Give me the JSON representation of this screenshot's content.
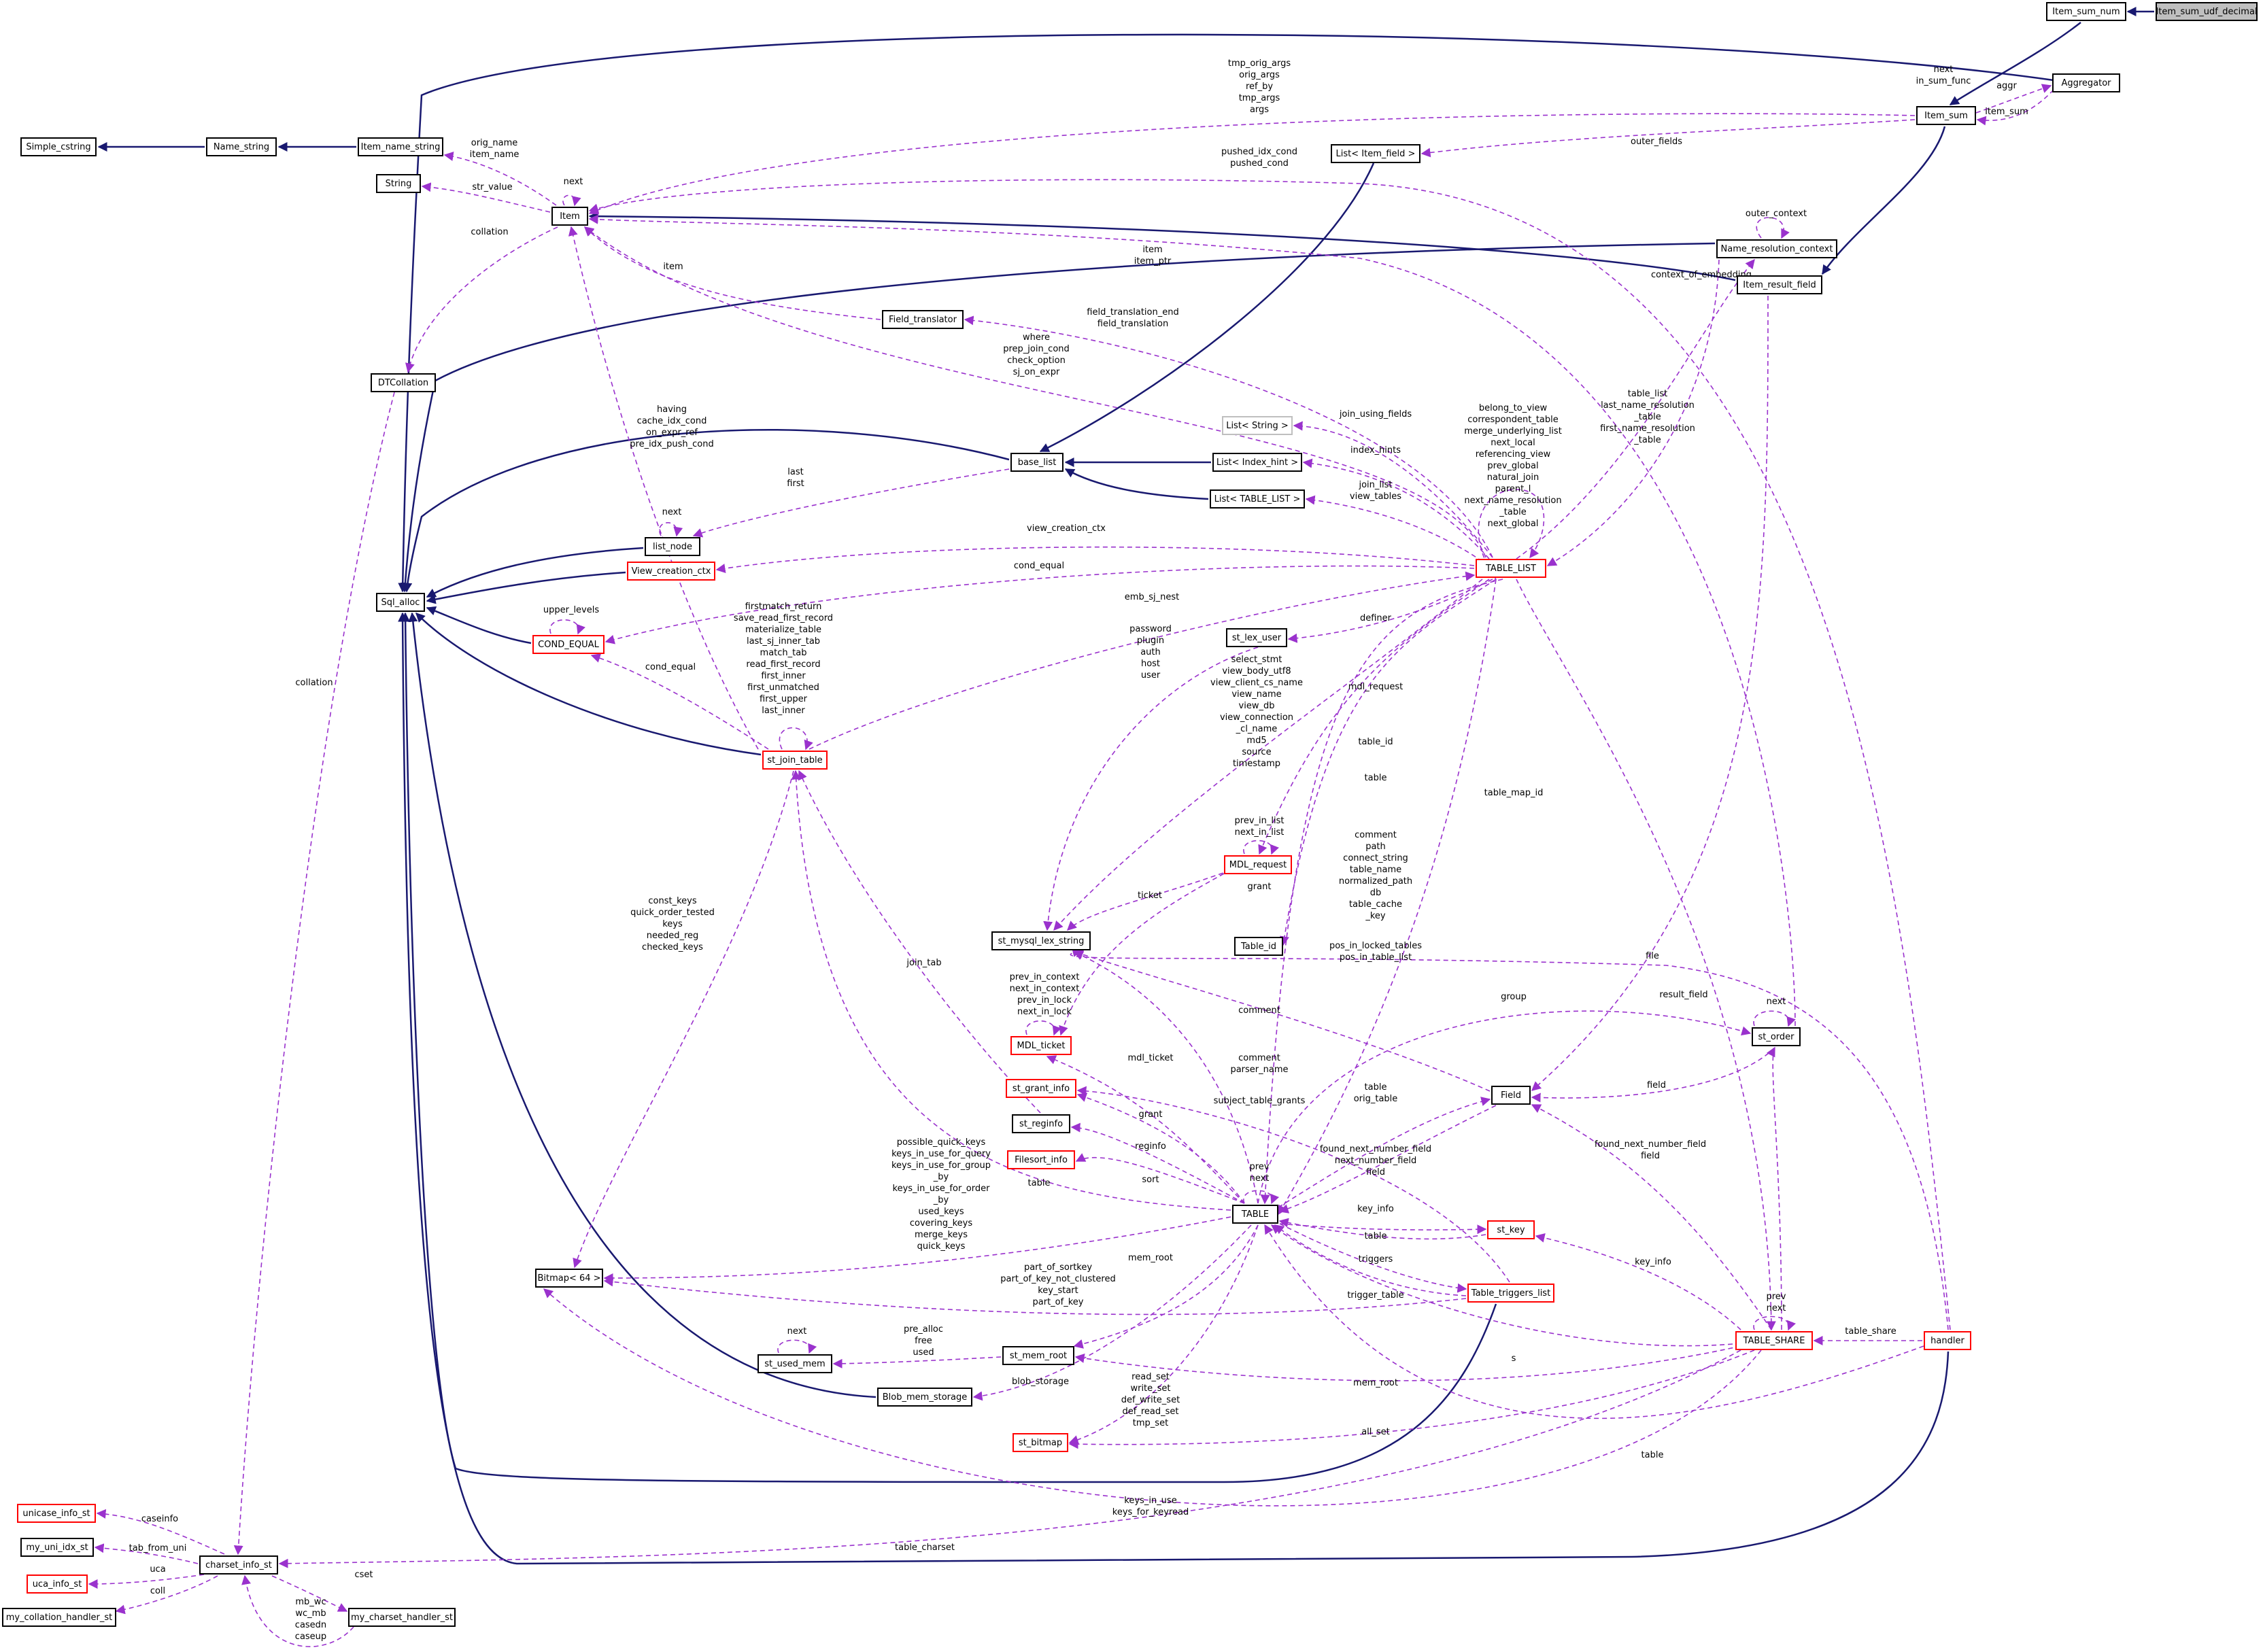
{
  "diagram": {
    "nodes": {
      "item_sum_udf_decimal": "Item_sum_udf_decimal",
      "item_sum_num": "Item_sum_num",
      "item_sum": "Item_sum",
      "aggregator": "Aggregator",
      "simple_cstring": "Simple_cstring",
      "name_string": "Name_string",
      "item_name_string": "Item_name_string",
      "string": "String",
      "item": "Item",
      "list_item_field": "List< Item_field >",
      "name_resolution_context": "Name_resolution_context",
      "item_result_field": "Item_result_field",
      "field_translator": "Field_translator",
      "dtcollation": "DTCollation",
      "list_string": "List< String >",
      "base_list": "base_list",
      "list_index_hint": "List< Index_hint >",
      "list_table_list": "List< TABLE_LIST >",
      "list_node": "list_node",
      "sql_alloc": "Sql_alloc",
      "view_creation_ctx": "View_creation_ctx",
      "table_list": "TABLE_LIST",
      "cond_equal": "COND_EQUAL",
      "st_lex_user": "st_lex_user",
      "st_join_table": "st_join_table",
      "mdl_request": "MDL_request",
      "st_mysql_lex_string": "st_mysql_lex_string",
      "table_id": "Table_id",
      "st_order": "st_order",
      "mdl_ticket": "MDL_ticket",
      "st_grant_info": "st_grant_info",
      "field": "Field",
      "st_reginfo": "st_reginfo",
      "filesort_info": "Filesort_info",
      "table": "TABLE",
      "st_key": "st_key",
      "bitmap_64": "Bitmap< 64 >",
      "table_triggers_list": "Table_triggers_list",
      "table_share": "TABLE_SHARE",
      "handler": "handler",
      "st_used_mem": "st_used_mem",
      "st_mem_root": "st_mem_root",
      "blob_mem_storage": "Blob_mem_storage",
      "st_bitmap": "st_bitmap",
      "unicase_info_st": "unicase_info_st",
      "my_uni_idx_st": "my_uni_idx_st",
      "charset_info_st": "charset_info_st",
      "uca_info_st": "uca_info_st",
      "my_collation_handler_st": "my_collation_handler_st",
      "my_charset_handler_st": "my_charset_handler_st"
    },
    "labels": {
      "item_sum_self": [
        "next",
        "in_sum_func"
      ],
      "agg_fwd": [
        "aggr"
      ],
      "agg_back": [
        "item_sum"
      ],
      "item_sum_to_item": [
        "tmp_orig_args",
        "orig_args",
        "ref_by",
        "tmp_args",
        "args"
      ],
      "outer_fields": [
        "outer_fields"
      ],
      "pushed": [
        "pushed_idx_cond",
        "pushed_cond"
      ],
      "orig_name": [
        "orig_name",
        "item_name"
      ],
      "item_next": [
        "next"
      ],
      "str_value": [
        "str_value"
      ],
      "collation_item": [
        "collation"
      ],
      "outer_context": [
        "outer_context"
      ],
      "item_item_ptr": [
        "item",
        "item_ptr"
      ],
      "context_of_embedding": [
        "context_of_embedding"
      ],
      "field_translator_item": [
        "item"
      ],
      "field_translation": [
        "field_translation_end",
        "field_translation"
      ],
      "where": [
        "where",
        "prep_join_cond",
        "check_option",
        "sj_on_expr"
      ],
      "belong_to_view": [
        "belong_to_view",
        "correspondent_table",
        "merge_underlying_list",
        "next_local",
        "referencing_view",
        "prev_global",
        "natural_join",
        "parent_l",
        "next_name_resolution",
        "_table",
        "next_global"
      ],
      "table_list_names": [
        "table_list",
        "last_name_resolution",
        "_table",
        "first_name_resolution",
        "_table"
      ],
      "join_using_fields": [
        "join_using_fields"
      ],
      "index_hints": [
        "index_hints"
      ],
      "join_list": [
        "join_list",
        "view_tables"
      ],
      "having": [
        "having",
        "cache_idx_cond",
        "on_expr_ref",
        "pre_idx_push_cond"
      ],
      "last_first": [
        "last",
        "first"
      ],
      "list_node_next": [
        "next"
      ],
      "view_creation_ctx": [
        "view_creation_ctx"
      ],
      "cond_equal_tl": [
        "cond_equal"
      ],
      "upper_levels": [
        "upper_levels"
      ],
      "emb_sj_nest": [
        "emb_sj_nest"
      ],
      "join_table_self": [
        "firstmatch_return",
        "save_read_first_record",
        "materialize_table",
        "last_sj_inner_tab",
        "match_tab",
        "read_first_record",
        "first_inner",
        "first_unmatched",
        "first_upper",
        "last_inner"
      ],
      "cond_equal_jt": [
        "cond_equal"
      ],
      "password": [
        "password",
        "plugin",
        "auth",
        "host",
        "user"
      ],
      "definer": [
        "definer"
      ],
      "select_stmt": [
        "select_stmt",
        "view_body_utf8",
        "view_client_cs_name",
        "view_name",
        "view_db",
        "view_connection",
        "_cl_name",
        "md5",
        "source",
        "timestamp"
      ],
      "mdl_request": [
        "mdl_request"
      ],
      "table_id_lbl": [
        "table_id"
      ],
      "table_lbl": [
        "table"
      ],
      "table_map_id": [
        "table_map_id"
      ],
      "mdl_req_self": [
        "prev_in_list",
        "next_in_list"
      ],
      "grant": [
        "grant"
      ],
      "ticket": [
        "ticket"
      ],
      "const_keys": [
        "const_keys",
        "quick_order_tested",
        "keys",
        "needed_reg",
        "checked_keys"
      ],
      "join_tab": [
        "join_tab"
      ],
      "comment_block": [
        "comment",
        "path",
        "connect_string",
        "table_name",
        "normalized_path",
        "db",
        "table_cache",
        "_key"
      ],
      "pos_in_locked": [
        "pos_in_locked_tables",
        "pos_in_table_list"
      ],
      "file": [
        "file"
      ],
      "mdl_ticket_self": [
        "prev_in_context",
        "next_in_context",
        "prev_in_lock",
        "next_in_lock"
      ],
      "group": [
        "group"
      ],
      "result_field": [
        "result_field"
      ],
      "st_order_next": [
        "next"
      ],
      "comment_field": [
        "comment"
      ],
      "mdl_ticket_lbl": [
        "mdl_ticket"
      ],
      "comment_parser": [
        "comment",
        "parser_name"
      ],
      "field_lbl": [
        "field"
      ],
      "table_orig_table": [
        "table",
        "orig_table"
      ],
      "subject_table_grants": [
        "subject_table_grants"
      ],
      "grant_table": [
        "grant"
      ],
      "reginfo": [
        "reginfo"
      ],
      "found_next": [
        "found_next_number_field",
        "next_number_field",
        "field"
      ],
      "found_next_share": [
        "found_next_number_field",
        "field"
      ],
      "possible_quick_keys": [
        "possible_quick_keys",
        "keys_in_use_for_query",
        "keys_in_use_for_group",
        "_by",
        "keys_in_use_for_order",
        "_by",
        "used_keys",
        "covering_keys",
        "merge_keys",
        "quick_keys"
      ],
      "table_lbl2": [
        "table"
      ],
      "sort": [
        "sort"
      ],
      "prev_next": [
        "prev",
        "next"
      ],
      "key_info": [
        "key_info"
      ],
      "table_key": [
        "table"
      ],
      "triggers": [
        "triggers"
      ],
      "trigger_table": [
        "trigger_table"
      ],
      "key_info_share": [
        "key_info"
      ],
      "part_of_sortkey": [
        "part_of_sortkey",
        "part_of_key_not_clustered",
        "key_start",
        "part_of_key"
      ],
      "mem_root": [
        "mem_root"
      ],
      "share_prev_next": [
        "prev",
        "next"
      ],
      "table_share_lbl": [
        "table_share"
      ],
      "used_mem_next": [
        "next"
      ],
      "pre_alloc": [
        "pre_alloc",
        "free",
        "used"
      ],
      "s": [
        "s"
      ],
      "mem_root_share": [
        "mem_root"
      ],
      "blob_storage": [
        "blob_storage"
      ],
      "read_set": [
        "read_set",
        "write_set",
        "def_write_set",
        "def_read_set",
        "tmp_set"
      ],
      "all_set": [
        "all_set"
      ],
      "table_handler": [
        "table"
      ],
      "keys_in_use": [
        "keys_in_use",
        "keys_for_keyread"
      ],
      "table_charset": [
        "table_charset"
      ],
      "caseinfo": [
        "caseinfo"
      ],
      "tab_from_uni": [
        "tab_from_uni"
      ],
      "uca": [
        "uca"
      ],
      "coll": [
        "coll"
      ],
      "cset": [
        "cset"
      ],
      "mb_wc": [
        "mb_wc",
        "wc_mb",
        "casedn",
        "caseup"
      ],
      "collation_cs": [
        "collation"
      ]
    }
  }
}
